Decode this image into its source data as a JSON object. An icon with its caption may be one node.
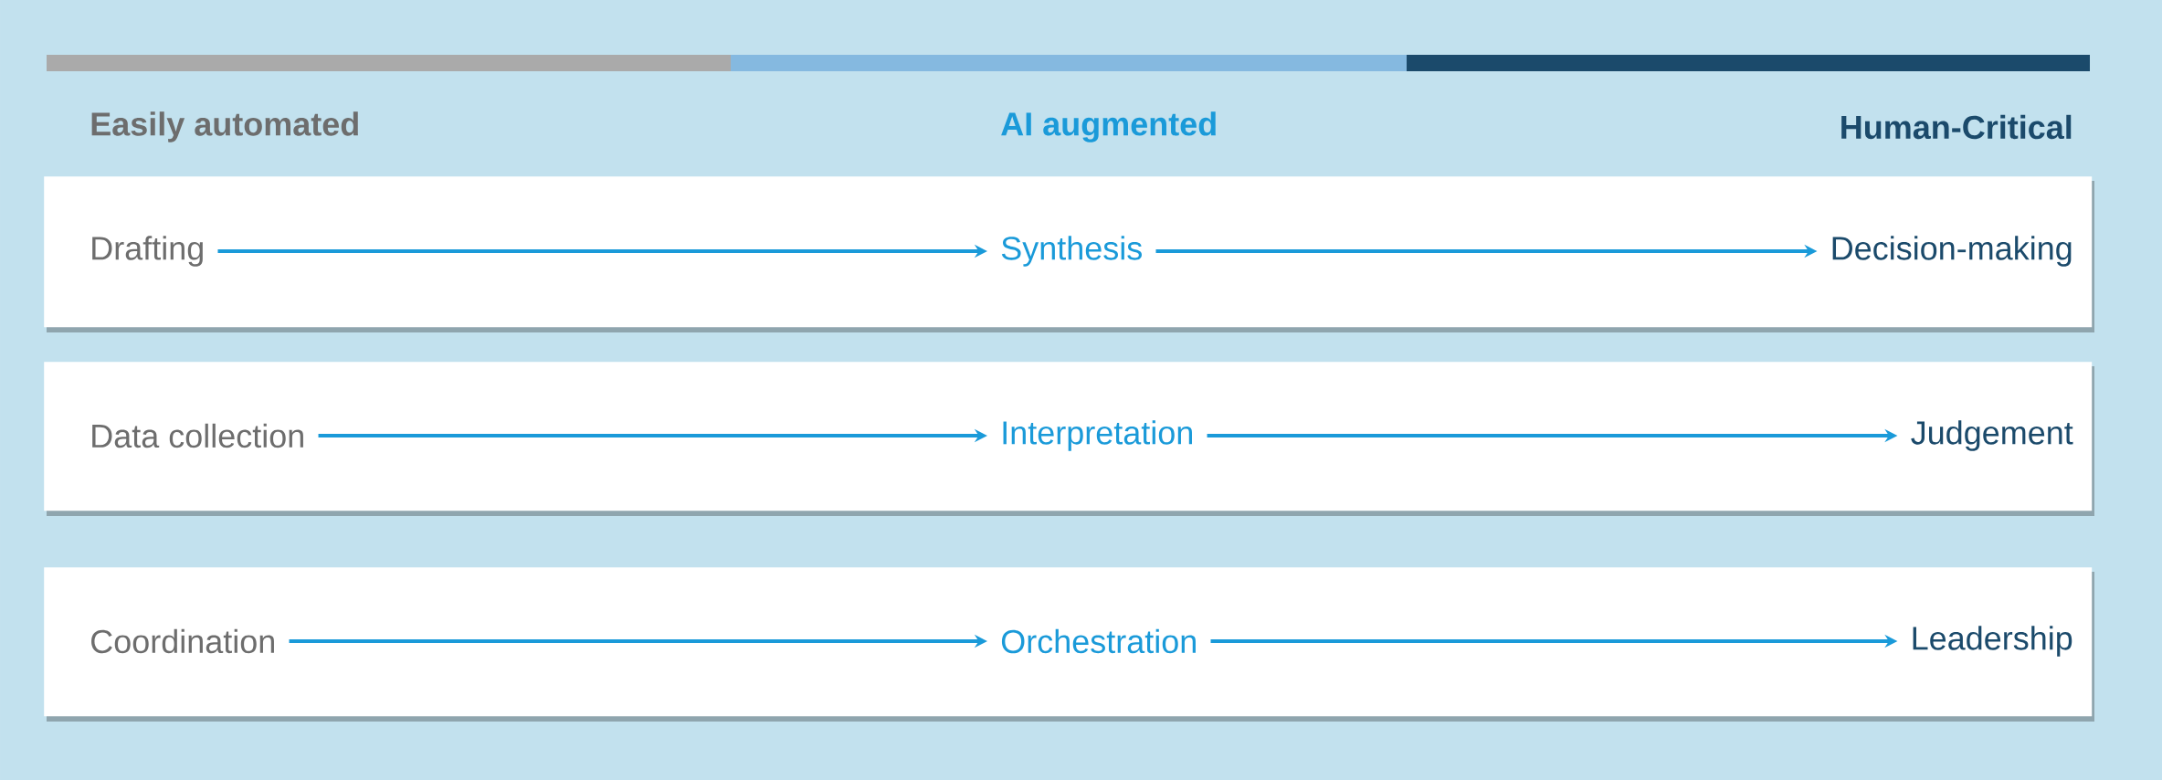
{
  "diagram": {
    "nodes": [
      {
        "text": [],
        "shape": "box"
      },
      {
        "text": [
          "Drafting"
        ],
        "in": 0
      },
      {
        "text": [
          "Synthesis"
        ],
        "in": 0
      },
      {
        "text": [
          "Decision-making"
        ],
        "in": 0
      },
      {
        "text": [],
        "shape": "box"
      },
      {
        "text": [
          "Data collection"
        ],
        "in": 4
      },
      {
        "text": [
          "Interpretation"
        ],
        "in": 4
      },
      {
        "text": [
          "Judgement"
        ],
        "in": 4
      },
      {
        "text": [],
        "shape": "box"
      },
      {
        "text": [
          "Coordination"
        ],
        "in": 8
      },
      {
        "text": [
          "Orchestration"
        ],
        "in": 8
      },
      {
        "text": [
          "Leadership"
        ],
        "in": 8
      }
    ],
    "edges": [
      {
        "from": 1,
        "to": 2,
        "arrow": "to"
      },
      {
        "from": 2,
        "to": 3,
        "arrow": "to"
      },
      {
        "from": 5,
        "to": 6,
        "arrow": "to"
      },
      {
        "from": 6,
        "to": 7,
        "arrow": "to"
      },
      {
        "from": 9,
        "to": 10,
        "arrow": "to"
      },
      {
        "from": 10,
        "to": 11,
        "arrow": "to"
      }
    ],
    "labels": [
      "Easily automated",
      "AI augmented",
      "Human-Critical"
    ]
  }
}
